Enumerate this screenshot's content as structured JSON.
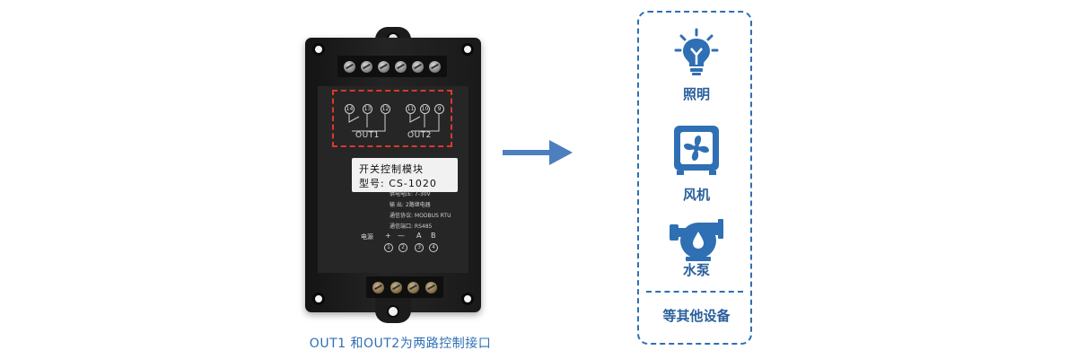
{
  "caption": "OUT1 和OUT2为两路控制接口",
  "colors": {
    "accent": "#2f6fb4",
    "highlight_dash": "#d93a2b"
  },
  "device": {
    "relay_pins_out1": [
      "14",
      "13",
      "12"
    ],
    "relay_pins_out2": [
      "11",
      "10",
      "9"
    ],
    "out1_label": "OUT1",
    "out2_label": "OUT2",
    "sticker_line1": "开关控制模块",
    "sticker_line2": "型号: CS-1020",
    "specs": [
      "供电电压: 7-30V",
      "输    出: 2路继电器",
      "通信协议: MODBUS RTU",
      "通信端口: RS485"
    ],
    "power_label": "电源",
    "signs": [
      "+",
      "—",
      "A",
      "B"
    ],
    "terminal_numbers": [
      "1",
      "2",
      "3",
      "4"
    ]
  },
  "devices_panel": {
    "items": [
      {
        "label": "照明",
        "icon": "light-bulb-icon"
      },
      {
        "label": "风机",
        "icon": "fan-icon"
      },
      {
        "label": "水泵",
        "icon": "water-pump-icon"
      }
    ],
    "footer": "等其他设备"
  }
}
